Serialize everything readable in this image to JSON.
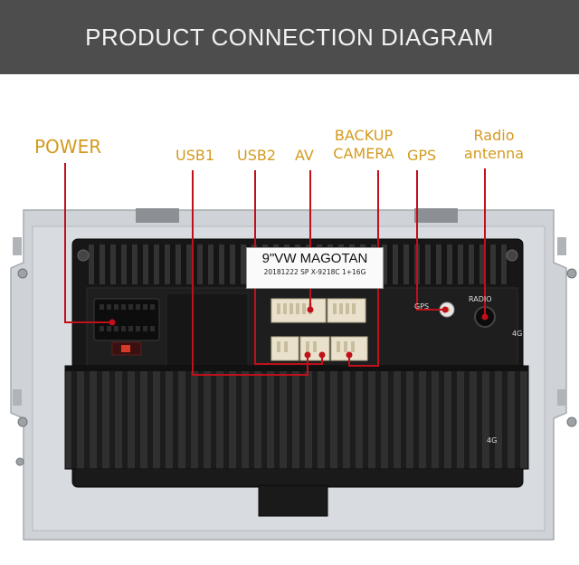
{
  "header": {
    "title": "PRODUCT CONNECTION DIAGRAM"
  },
  "labels": {
    "power": "POWER",
    "usb1": "USB1",
    "usb2": "USB2",
    "av": "AV",
    "backup_line1": "BACKUP",
    "backup_line2": "CAMERA",
    "gps": "GPS",
    "radio_line1": "Radio",
    "radio_line2": "antenna"
  },
  "sticker": {
    "model": "9\"VW MAGOTAN",
    "code": "20181222 SP X-9218C 1+16G"
  },
  "device_marks": {
    "gps": "GPS",
    "radio": "RADIO",
    "port_4g_top": "4G",
    "port_4g_bottom": "4G"
  },
  "colors": {
    "label": "#d49a1e",
    "callout_line": "#c0101a",
    "header_bg": "#4d4d4d"
  }
}
